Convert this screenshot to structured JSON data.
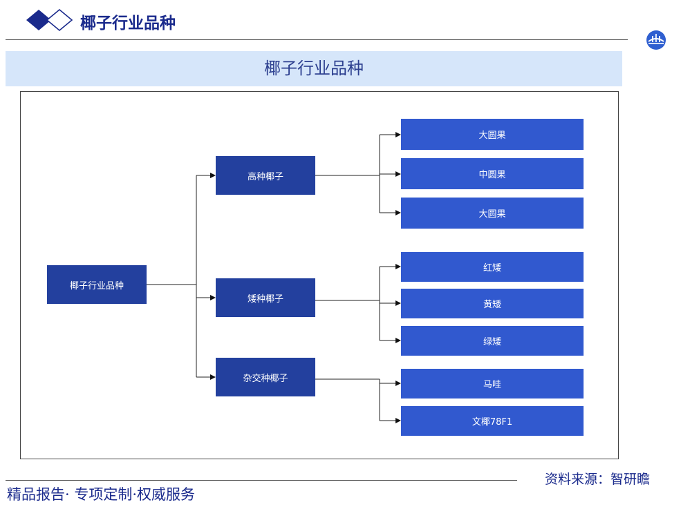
{
  "header": {
    "title": "椰子行业品种",
    "logo_icon": "double-diamond-icon",
    "brand_icon": "bridge-badge-icon",
    "accent_color": "#1a2a8c"
  },
  "banner": {
    "title": "椰子行业品种"
  },
  "diagram": {
    "root": "椰子行业品种",
    "branches": [
      {
        "label": "高种椰子",
        "children": [
          "大圆果",
          "中圆果",
          "大圆果"
        ]
      },
      {
        "label": "矮种椰子",
        "children": [
          "红矮",
          "黄矮",
          "绿矮"
        ]
      },
      {
        "label": "杂交种椰子",
        "children": [
          "马哇",
          "文椰78F1"
        ]
      }
    ],
    "colors": {
      "parent_node": "#23409e",
      "leaf_node": "#3159cf"
    }
  },
  "footer": {
    "tagline": "精品报告· 专项定制·权威服务",
    "source": "资料来源：智研瞻"
  }
}
